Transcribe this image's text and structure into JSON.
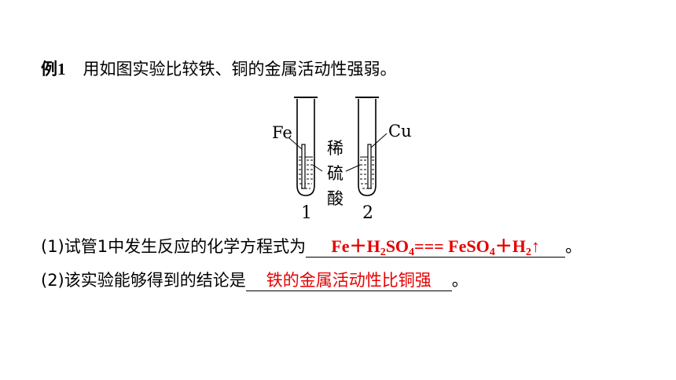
{
  "example": {
    "label": "例1",
    "text": "用如图实验比较铁、铜的金属活动性强弱。"
  },
  "diagram": {
    "metal_left": "Fe",
    "metal_right": "Cu",
    "acid_chars": [
      "稀",
      "硫",
      "酸"
    ],
    "tube_left_number": "1",
    "tube_right_number": "2"
  },
  "question1": {
    "prefix": "(1)试管1中发生反应的化学方程式为",
    "answer": {
      "fe_plus": "Fe＋H",
      "sub2": "2",
      "so": "SO",
      "sub4": "4",
      "eq": "=== FeSO",
      "sub4b": "4",
      "plus_h": "＋H",
      "sub2b": "2",
      "arrow": "↑"
    },
    "suffix": "。"
  },
  "question2": {
    "prefix": "(2)该实验能够得到的结论是",
    "answer": "铁的金属活动性比铜强",
    "suffix": "。"
  },
  "colors": {
    "answer": "#e60000",
    "text": "#000000"
  }
}
